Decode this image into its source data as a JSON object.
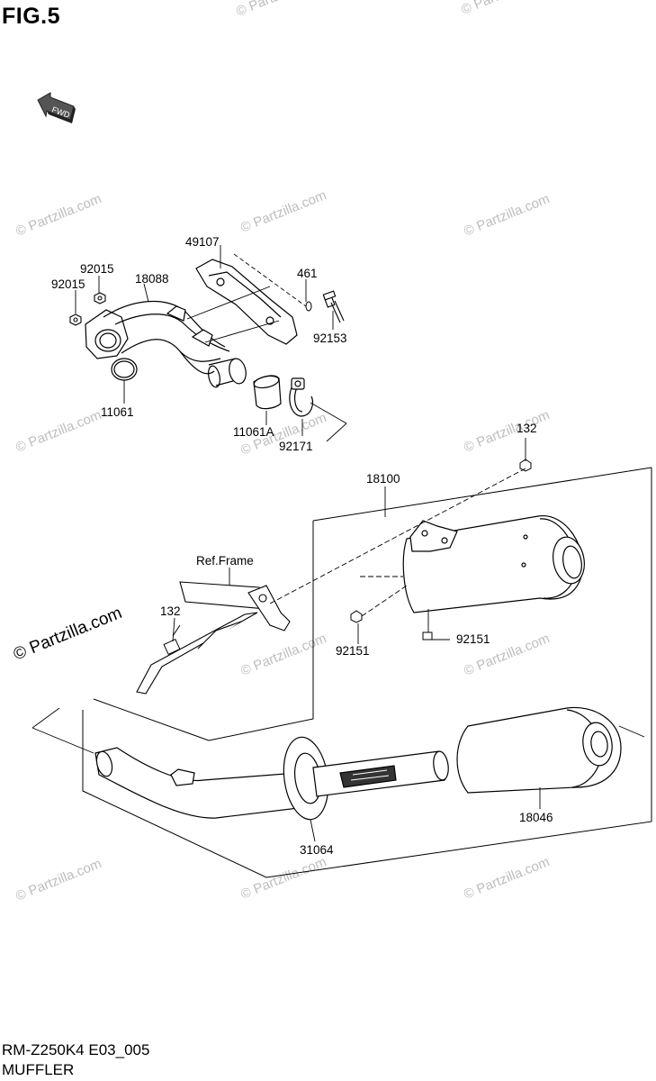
{
  "header": {
    "figure_label": "FIG.5"
  },
  "footer": {
    "model_code": "RM-Z250K4 E03_005",
    "section_name": "MUFFLER"
  },
  "direction_marker": "FWD",
  "watermarks": {
    "small_text": "© Partzilla.com",
    "large_text": "© Partzilla.com",
    "color": "#bdbdbd"
  },
  "reference_label": "Ref.Frame",
  "parts": [
    {
      "number": "49107"
    },
    {
      "number": "92015",
      "position": "upper"
    },
    {
      "number": "92015",
      "position": "lower"
    },
    {
      "number": "18088"
    },
    {
      "number": "461"
    },
    {
      "number": "92153"
    },
    {
      "number": "11061"
    },
    {
      "number": "11061A"
    },
    {
      "number": "92171"
    },
    {
      "number": "132",
      "position": "upper"
    },
    {
      "number": "18100"
    },
    {
      "number": "132",
      "position": "lower"
    },
    {
      "number": "92151",
      "position": "left"
    },
    {
      "number": "92151",
      "position": "right"
    },
    {
      "number": "31064"
    },
    {
      "number": "18046"
    }
  ]
}
